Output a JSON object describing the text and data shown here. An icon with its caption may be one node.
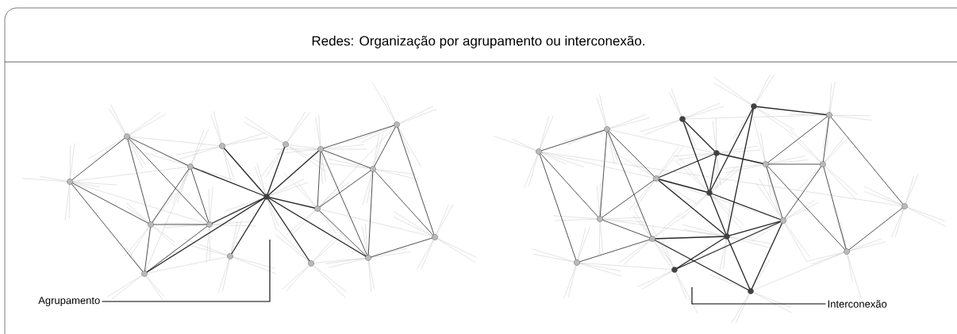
{
  "diagram": {
    "title": "Redes: Organização por agrupamento ou interconexão.",
    "nodes": [
      {
        "text": [
          "Agrupamento"
        ]
      },
      {
        "text": [
          "Interconexão"
        ]
      }
    ],
    "edges": [
      {
        "from": 0,
        "to": null,
        "arrow": "none"
      },
      {
        "from": 1,
        "to": null,
        "arrow": "none"
      }
    ]
  }
}
